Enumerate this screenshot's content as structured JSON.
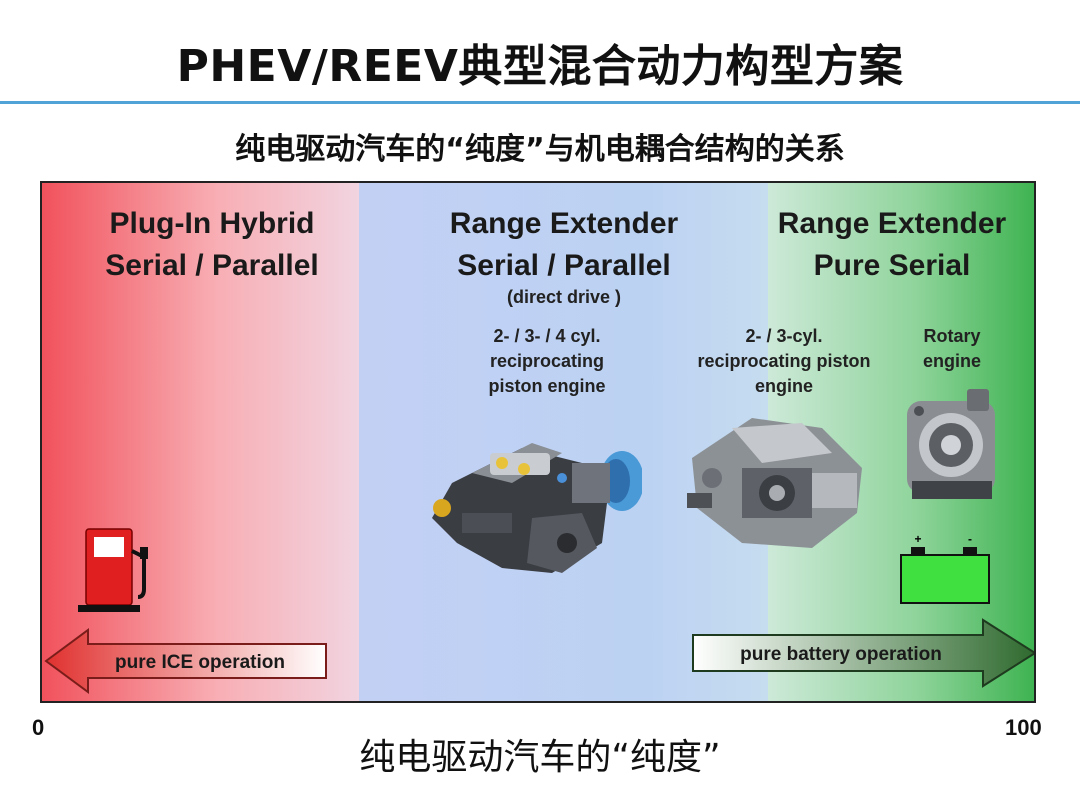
{
  "slide": {
    "title": "PHEV/REEV典型混合动力构型方案",
    "subtitle": "纯电驱动汽车的“纯度”与机电耦合结构的关系",
    "accent_color": "#4fa3d6"
  },
  "zones": [
    {
      "heading": [
        "Plug-In Hybrid",
        "Serial / Parallel"
      ],
      "color": "#f1525c"
    },
    {
      "heading": [
        "Range Extender",
        "Serial / Parallel"
      ],
      "note": "(direct drive )",
      "color": "#bcd2f3"
    },
    {
      "heading": [
        "Range Extender",
        "Pure Serial"
      ],
      "color": "#3cb24f"
    }
  ],
  "engines": [
    {
      "label": [
        "2- / 3- / 4 cyl.",
        "reciprocating",
        "piston engine"
      ],
      "icon": "engine-gearbox-icon"
    },
    {
      "label": [
        "2- / 3-cyl.",
        "reciprocating piston",
        "engine"
      ],
      "icon": "engine-generator-icon"
    },
    {
      "label": [
        "Rotary",
        "engine"
      ],
      "icon": "rotary-engine-icon"
    }
  ],
  "icons": {
    "fuel": "fuel-pump-icon",
    "battery": "battery-icon"
  },
  "arrows": {
    "left": "pure ICE operation",
    "right": "pure battery operation"
  },
  "axis": {
    "min": "0",
    "max": "100",
    "label": "纯电驱动汽车的“纯度”"
  }
}
